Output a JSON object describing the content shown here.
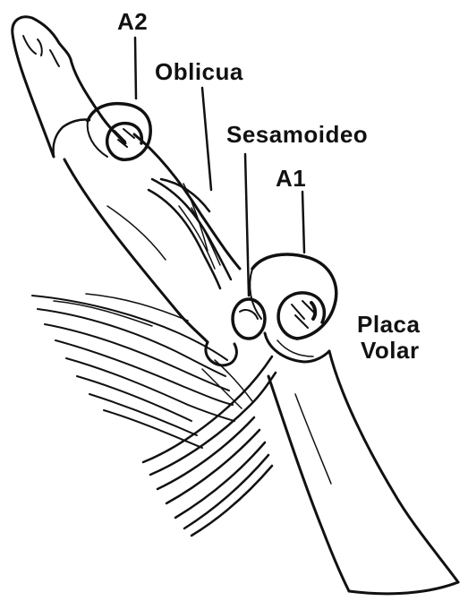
{
  "labels": {
    "a2": "A2",
    "oblicua": "Oblicua",
    "sesamoideo": "Sesamoideo",
    "a1": "A1",
    "placa": "Placa",
    "volar": "Volar"
  },
  "colors": {
    "ink": "#111111",
    "background": "#ffffff"
  }
}
